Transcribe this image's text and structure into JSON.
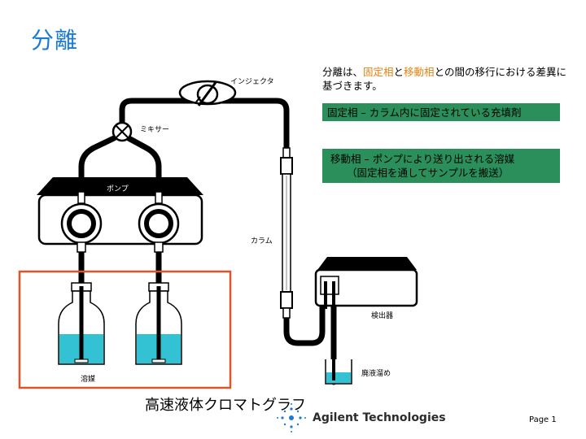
{
  "title": "分離",
  "description": {
    "prefix": "分離は、",
    "stationary": "固定相",
    "and": "と",
    "mobile": "移動相",
    "suffix": "との間の移行における差異に基づきます。"
  },
  "box_stationary": "固定相 – カラム内に固定されている充填剤",
  "box_mobile_line1": "移動相 – ポンプにより送り出される溶媒",
  "box_mobile_line2": "（固定相を通してサンプルを搬送）",
  "labels": {
    "injector": "インジェクタ",
    "mixer": "ミキサー",
    "pump": "ポンプ",
    "column": "カラム",
    "detector": "検出器",
    "waste": "廃液溜め",
    "solvent": "溶媒"
  },
  "caption": "高速液体クロマトグラフ",
  "logo": "Agilent Technologies",
  "page": "Page 1",
  "colors": {
    "title": "#1a7ad4",
    "highlight": "#e8800c",
    "box": "#2a8f5a",
    "liquid": "#33c2d4",
    "frame": "#e0532a"
  }
}
